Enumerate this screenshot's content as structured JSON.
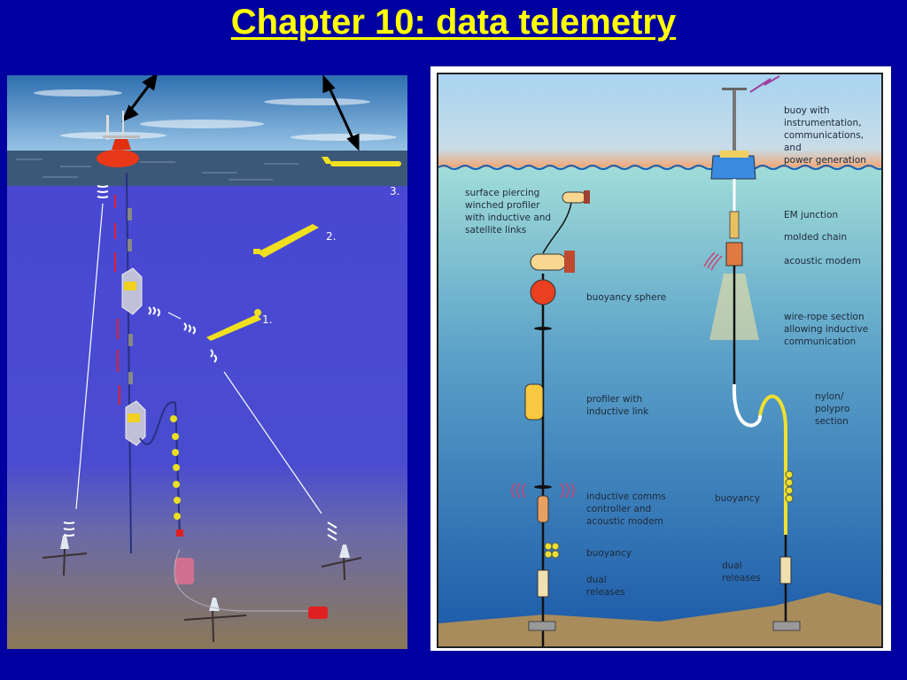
{
  "slide": {
    "title": "Chapter 10: data telemetry",
    "background_color": "#0000a0",
    "title_color": "#ffff00"
  },
  "left_illustration": {
    "labels": [
      "1.",
      "2.",
      "3."
    ],
    "elements": [
      "surface-buoy",
      "surface-glider",
      "glider-2",
      "glider-1",
      "moored-profilers",
      "buoyancy-floats",
      "acoustic-release",
      "seafloor-tripod-left",
      "seafloor-tripod-center",
      "seafloor-tripod-right",
      "junction-box"
    ],
    "colors": {
      "sky": "#4a8ec8",
      "ocean": "#4848d0",
      "seafloor": "#8a7a60",
      "glider": "#f0e020",
      "buoy": "#e03010"
    }
  },
  "right_diagram": {
    "labels": {
      "buoy": "buoy with\ninstrumentation,\ncommunications, and\npower generation",
      "surface_profiler": "surface piercing\nwinched profiler\nwith inductive and\nsatellite links",
      "em_junction": "EM junction",
      "molded_chain": "molded chain",
      "acoustic_modem": "acoustic modem",
      "buoyancy_sphere": "buoyancy sphere",
      "wire_rope": "wire-rope section\nallowing inductive\ncommunication",
      "profiler_inductive": "profiler with\ninductive link",
      "nylon": "nylon/\npolypro\nsection",
      "inductive_comms": "inductive comms\ncontroller and\nacoustic modem",
      "buoyancy_right": "buoyancy",
      "buoyancy_left": "buoyancy",
      "dual_releases_left": "dual\nreleases",
      "dual_releases_right": "dual\nreleases"
    },
    "colors": {
      "sky_top": "#9cc8ea",
      "surface_band": "#f0a070",
      "water_top": "#9ad8d6",
      "water_bottom": "#1a5aa8",
      "seafloor": "#a88c5c"
    }
  }
}
